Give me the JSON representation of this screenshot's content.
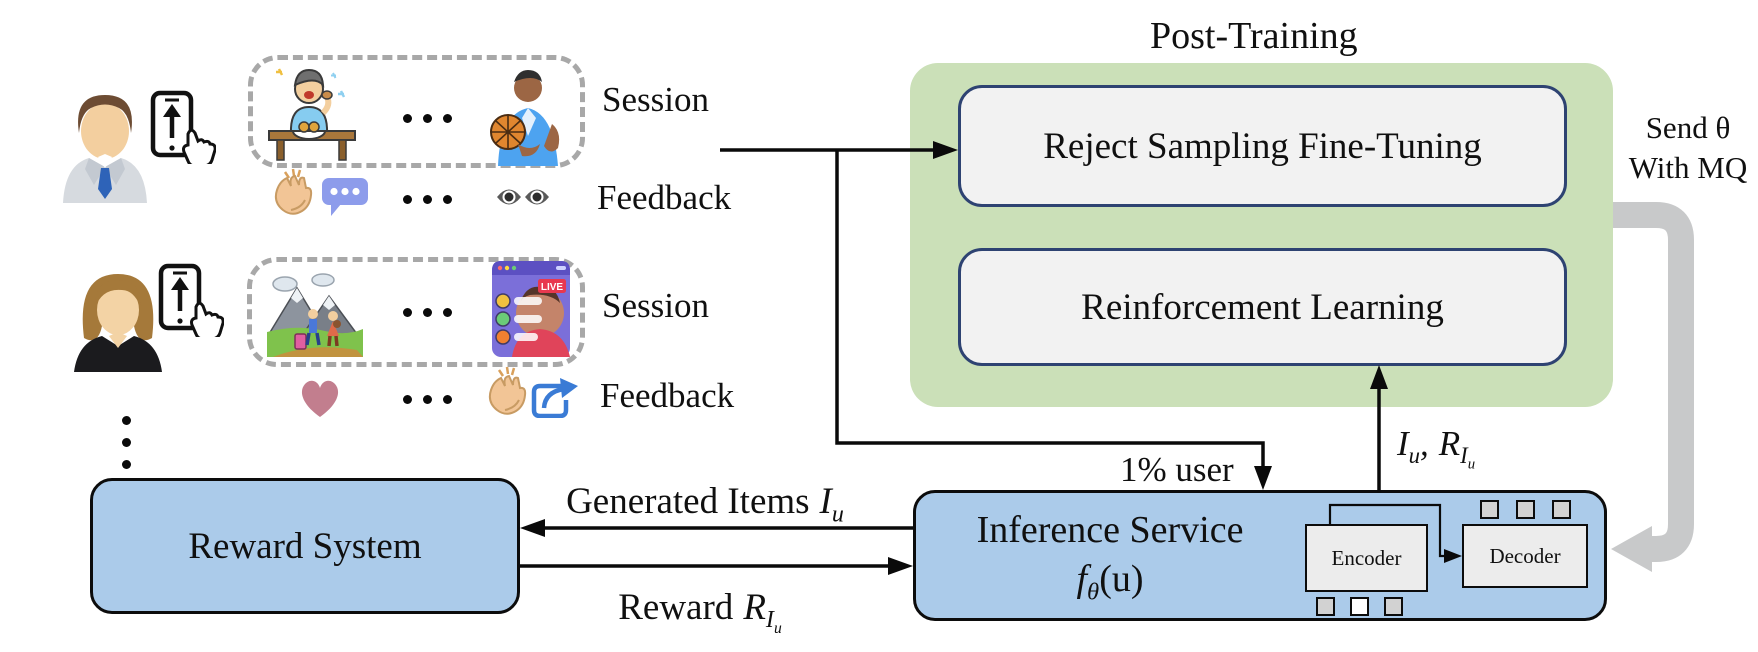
{
  "labels": {
    "post_training": "Post-Training",
    "rsft": "Reject Sampling Fine-Tuning",
    "rl": "Reinforcement Learning",
    "send_theta_line1": "Send θ",
    "send_theta_line2": "With MQ",
    "one_percent_user": "1% user",
    "session_1": "Session",
    "feedback_1": "Feedback",
    "session_2": "Session",
    "feedback_2": "Feedback",
    "reward_system": "Reward System",
    "inference_service": "Inference Service",
    "encoder": "Encoder",
    "decoder": "Decoder",
    "live_badge": "LIVE"
  },
  "math": {
    "generated_items": "Generated Items",
    "reward": "Reward",
    "I": "I",
    "u": "u",
    "R": "R",
    "comma": ",",
    "f": "f",
    "theta": "θ",
    "paren_u": "(u)"
  },
  "icons": {
    "user_a": "man-avatar",
    "user_b": "woman-avatar",
    "phone": "phone-upload-icon",
    "session_a_items": [
      "eating-person-image",
      "ellipsis",
      "basketball-player-image"
    ],
    "session_b_items": [
      "hiking-image",
      "ellipsis",
      "live-stream-image"
    ],
    "feedback_a_items": [
      "clap-icon",
      "comment-icon",
      "ellipsis",
      "eyes-icon"
    ],
    "feedback_b_items": [
      "heart-icon",
      "ellipsis",
      "clap-icon",
      "share-icon"
    ],
    "more_users": "vertical-ellipsis"
  },
  "colors": {
    "post_training_bg": "#cbe0b8",
    "inner_box_bg": "#f2f2f2",
    "inner_box_border": "#2e4372",
    "blue_box_bg": "#abcbea",
    "pipe_gray": "#c8c9ca",
    "dashed_border": "#a8a8a8",
    "heart": "#c27e8e",
    "share_blue": "#3a7bd5",
    "comment_blue": "#8d9ceb",
    "live_red": "#e8384f",
    "live_purple": "#7b6fd9"
  }
}
